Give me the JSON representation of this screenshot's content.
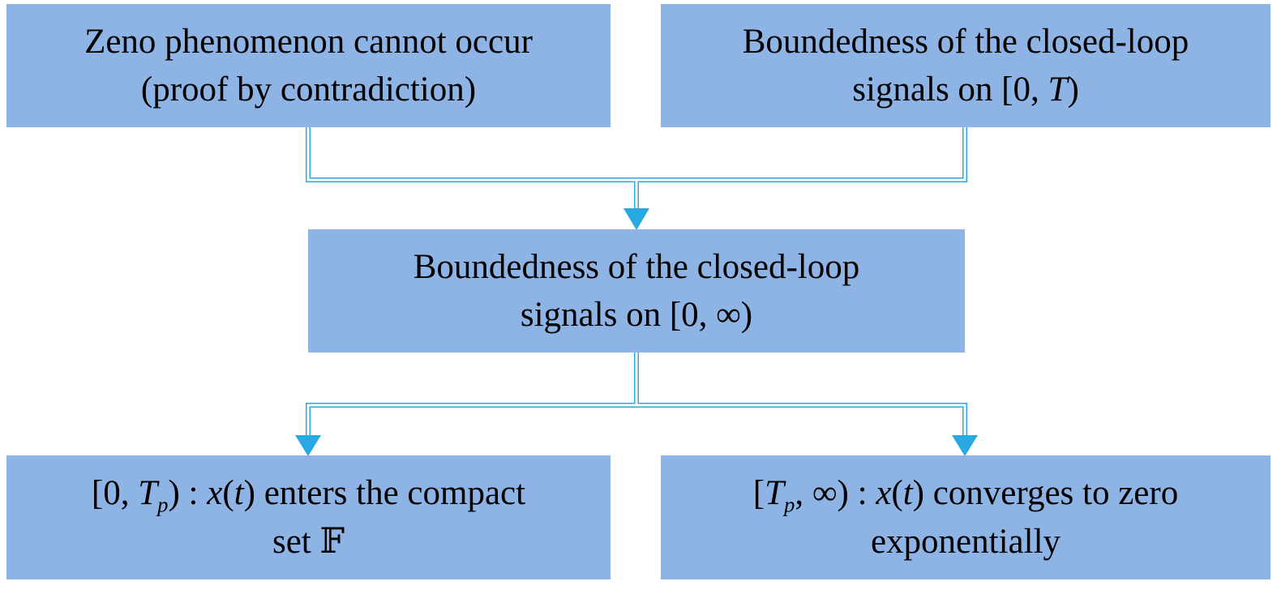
{
  "colors": {
    "box_fill": "#8EB4E6",
    "connector": "#29A9E1",
    "text": "#000000"
  },
  "boxes": {
    "zeno": {
      "lines": [
        [
          {
            "t": "Zeno phenomenon cannot occur"
          }
        ],
        [
          {
            "t": "(proof by contradiction)"
          }
        ]
      ]
    },
    "bounded_T": {
      "lines": [
        [
          {
            "t": "Boundedness of the closed-loop"
          }
        ],
        [
          {
            "t": "signals on [0, "
          },
          {
            "t": "T",
            "i": true
          },
          {
            "t": ")"
          }
        ]
      ]
    },
    "bounded_inf": {
      "lines": [
        [
          {
            "t": "Boundedness of the closed-loop"
          }
        ],
        [
          {
            "t": "signals on [0, ∞)"
          }
        ]
      ]
    },
    "compact": {
      "lines": [
        [
          {
            "t": "[0, "
          },
          {
            "t": "T",
            "i": true
          },
          {
            "t": "p",
            "i": true,
            "sub": true
          },
          {
            "t": ") : "
          },
          {
            "t": "x",
            "i": true
          },
          {
            "t": "("
          },
          {
            "t": "t",
            "i": true
          },
          {
            "t": ") enters the compact"
          }
        ],
        [
          {
            "t": "set 𝔽"
          }
        ]
      ]
    },
    "converge": {
      "lines": [
        [
          {
            "t": "["
          },
          {
            "t": "T",
            "i": true
          },
          {
            "t": "p",
            "i": true,
            "sub": true
          },
          {
            "t": ", ∞) : "
          },
          {
            "t": "x",
            "i": true
          },
          {
            "t": "("
          },
          {
            "t": "t",
            "i": true
          },
          {
            "t": ") converges to zero"
          }
        ],
        [
          {
            "t": "exponentially"
          }
        ]
      ]
    }
  }
}
